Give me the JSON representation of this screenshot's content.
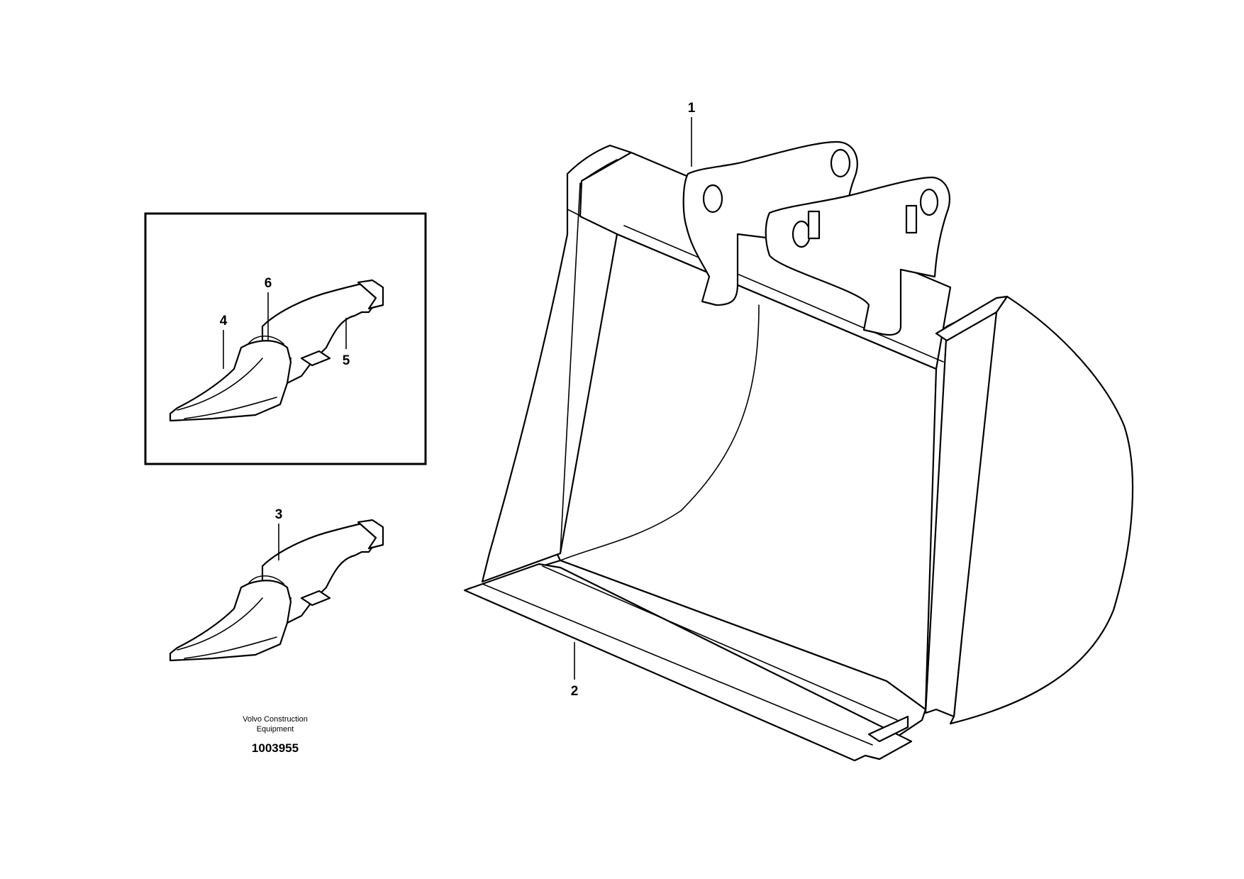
{
  "callouts": {
    "c1": "1",
    "c2": "2",
    "c3": "3",
    "c4": "4",
    "c5": "5",
    "c6": "6"
  },
  "caption": {
    "line1": "Volvo Construction",
    "line2": "Equipment",
    "code": "1003955"
  }
}
